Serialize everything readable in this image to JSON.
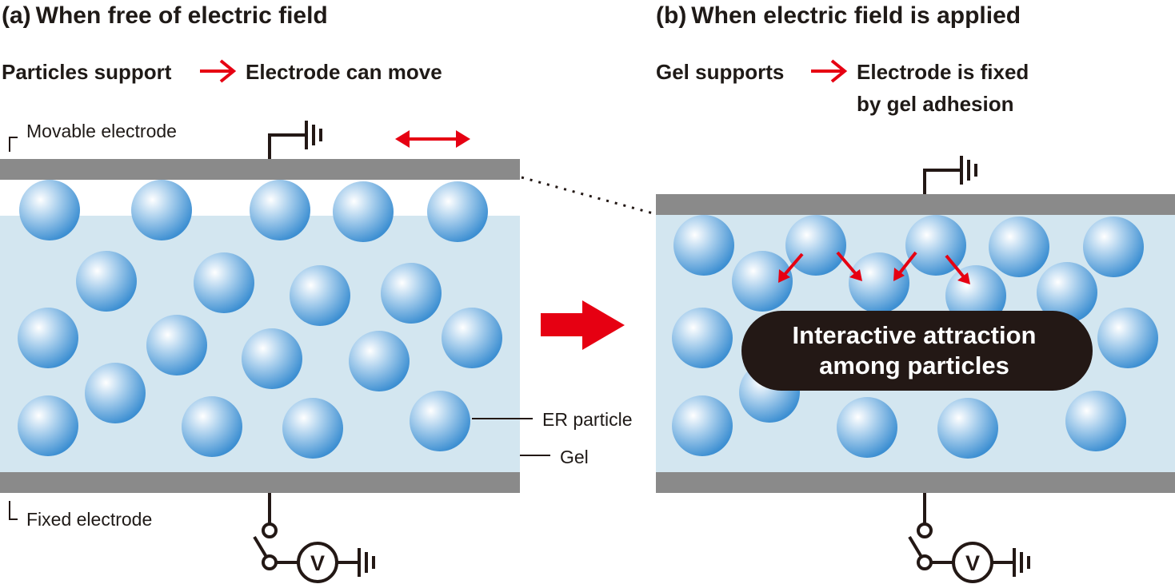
{
  "panel_a": {
    "title": "(a) When free of electric field",
    "support_text": "Particles support",
    "result_text": "Electrode can move",
    "labels": {
      "movable_electrode": "Movable electrode",
      "fixed_electrode": "Fixed electrode",
      "er_particle": "ER particle",
      "gel": "Gel"
    },
    "voltage_symbol": "V"
  },
  "panel_b": {
    "title": "(b) When electric field is applied",
    "support_text": "Gel supports",
    "result_line1": "Electrode is fixed",
    "result_line2": "by gel adhesion",
    "callout_line1": "Interactive attraction",
    "callout_line2": "among particles",
    "voltage_symbol": "V"
  },
  "colors": {
    "accent_red": "#e60012",
    "electrode_gray": "#8a8a8a",
    "gel_blue": "#d3e6f0",
    "particle_blue": "#4a9ad8",
    "callout_black": "#231815"
  }
}
